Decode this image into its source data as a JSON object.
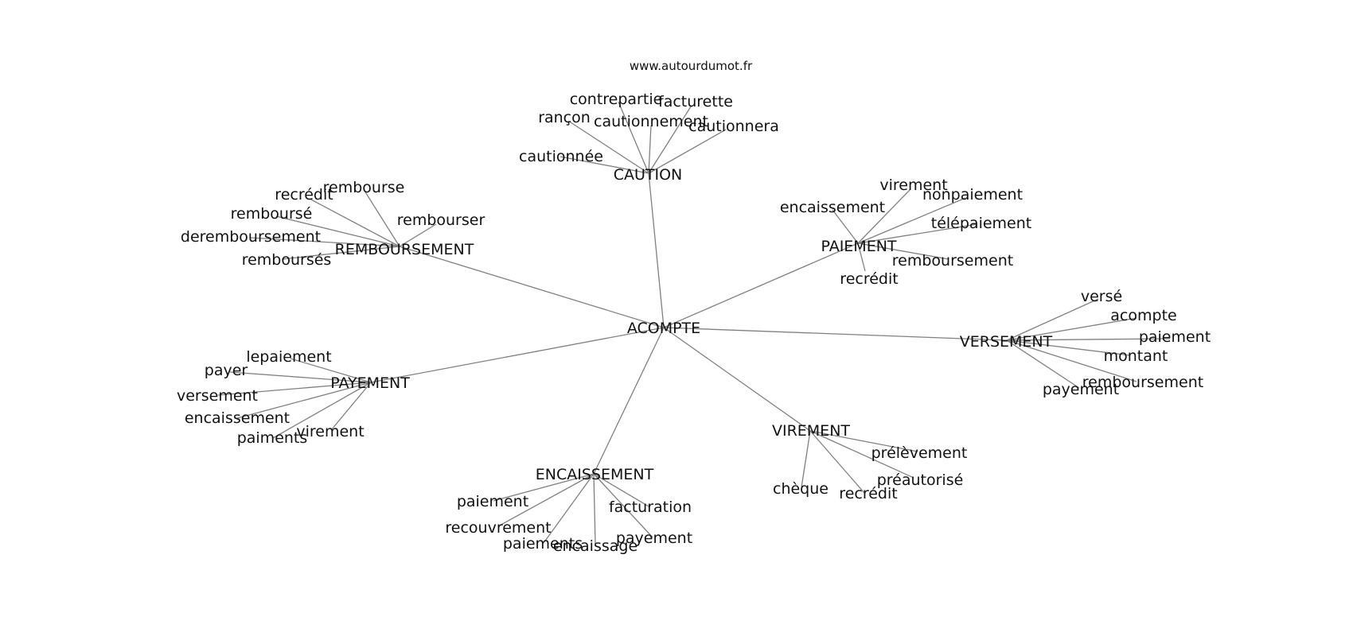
{
  "source": "www.autourdumot.fr",
  "graph": {
    "root": {
      "id": "root",
      "label": "ACOMPTE"
    },
    "hubs": [
      {
        "id": "caution",
        "label": "CAUTION",
        "words": [
          "contrepartie",
          "facturette",
          "rançon",
          "cautionnement",
          "cautionnera",
          "cautionnée"
        ]
      },
      {
        "id": "remboursement",
        "label": "REMBOURSEMENT",
        "words": [
          "rembourse",
          "recrédit",
          "remboursé",
          "rembourser",
          "deremboursement",
          "remboursés"
        ]
      },
      {
        "id": "paiement",
        "label": "PAIEMENT",
        "words": [
          "virement",
          "nonpaiement",
          "encaissement",
          "télépaiement",
          "remboursement",
          "recrédit"
        ]
      },
      {
        "id": "versement",
        "label": "VERSEMENT",
        "words": [
          "versé",
          "acompte",
          "paiement",
          "montant",
          "remboursement",
          "payement"
        ]
      },
      {
        "id": "payement",
        "label": "PAYEMENT",
        "words": [
          "lepaiement",
          "payer",
          "versement",
          "encaissement",
          "paiments",
          "virement"
        ]
      },
      {
        "id": "virement",
        "label": "VIREMENT",
        "words": [
          "prélèvement",
          "préautorisé",
          "chèque",
          "recrédit"
        ]
      },
      {
        "id": "encaissement",
        "label": "ENCAISSEMENT",
        "words": [
          "paiement",
          "facturation",
          "recouvrement",
          "paiements",
          "encaissage",
          "payement"
        ]
      }
    ]
  }
}
